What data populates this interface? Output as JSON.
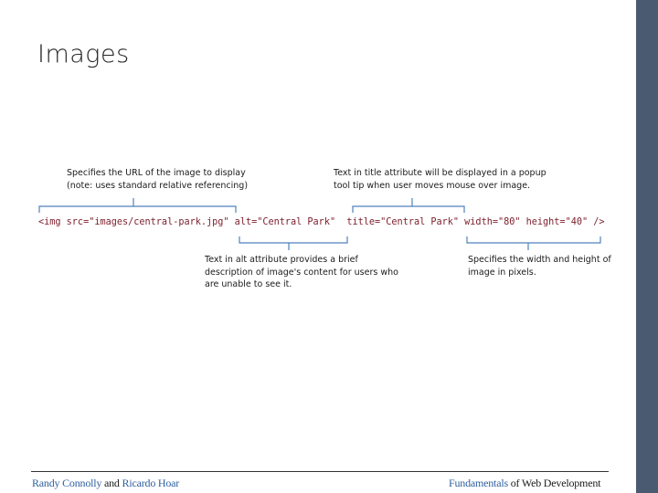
{
  "slide": {
    "title": "Images"
  },
  "code": {
    "part1": "<img src=\"images/central-park.jpg\"",
    "part2": " alt=\"Central Park\"",
    "part3": "  title=\"Central Park\"",
    "part4": " width=\"80\" height=\"40\" />"
  },
  "annotations": {
    "src": "Specifies the URL of the image to display\n(note: uses standard relative referencing)",
    "title": "Text in title attribute  will be displayed in a popup\ntool tip when user moves mouse over image.",
    "alt": "Text in alt attribute provides a brief\ndescription of image's content for users who\nare unable to see it.",
    "size": "Specifies the width and height of\nimage in pixels."
  },
  "footer": {
    "left_author1": "Randy Connolly",
    "left_and": " and ",
    "left_author2": "Ricardo Hoar",
    "right_part1": "Fundamentals",
    "right_part2": " of Web Development"
  },
  "colors": {
    "code": "#7b1d2a",
    "bracket": "#4f81bd",
    "accent_bar": "#4a5a70",
    "footer_link": "#2f5f9e"
  }
}
